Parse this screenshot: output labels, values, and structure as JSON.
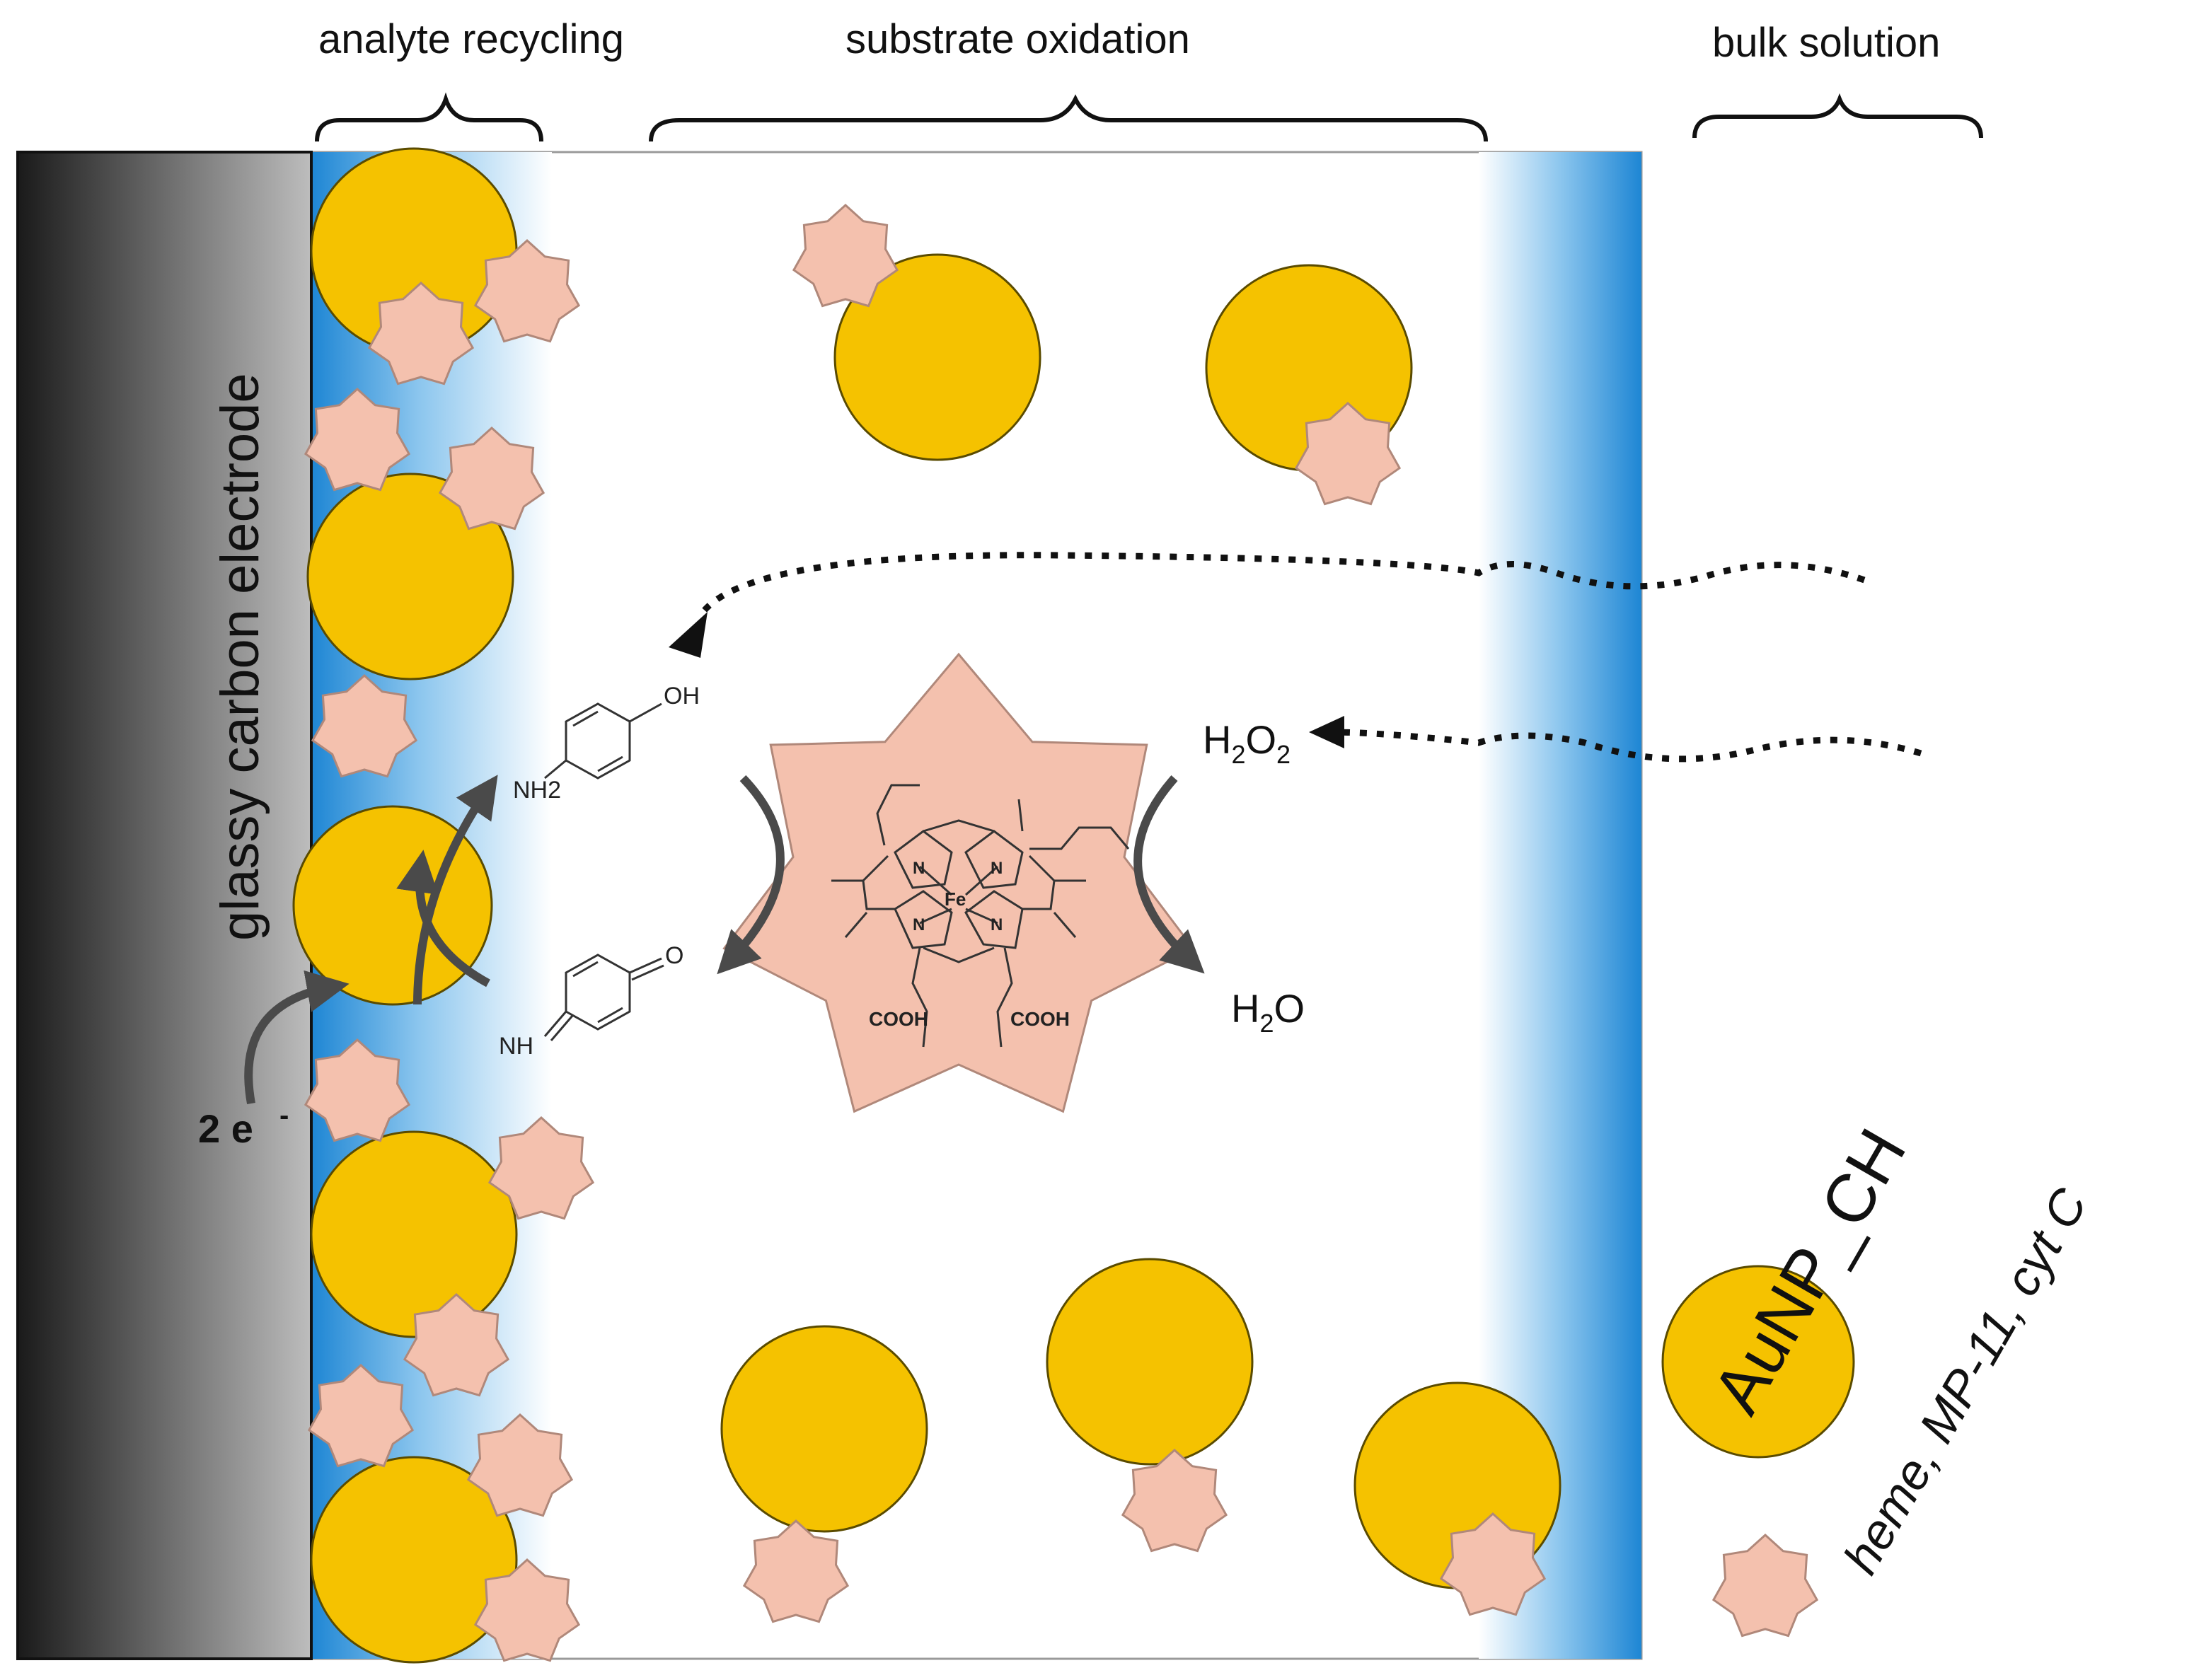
{
  "regions": {
    "analyte_recycling": "analyte recycling",
    "substrate_oxidation": "substrate oxidation",
    "bulk_solution": "bulk solution"
  },
  "electrode": {
    "label": "glassy carbon electrode"
  },
  "electrons": {
    "count": "2 e",
    "charge": "-"
  },
  "molecules": {
    "aminophenol_oh": "OH",
    "aminophenol_nh2": "NH2",
    "quinone_o": "O",
    "quinone_nh": "NH",
    "h2o2": {
      "main": "H",
      "sub1": "2",
      "mid": "O",
      "sub2": "2"
    },
    "h2o": {
      "main": "H",
      "sub1": "2",
      "mid": "O"
    }
  },
  "heme": {
    "center": "Fe",
    "n": "N",
    "acid1": "COOH",
    "acid2": "COOH"
  },
  "legend": {
    "aunp": "AuNP_CH",
    "heme": "heme, MP-11, cyt C"
  },
  "colors": {
    "gold": "#f5c200",
    "star": "#f4c1ae",
    "blue": "#1e86d4",
    "arrow": "#4a4a4a"
  }
}
